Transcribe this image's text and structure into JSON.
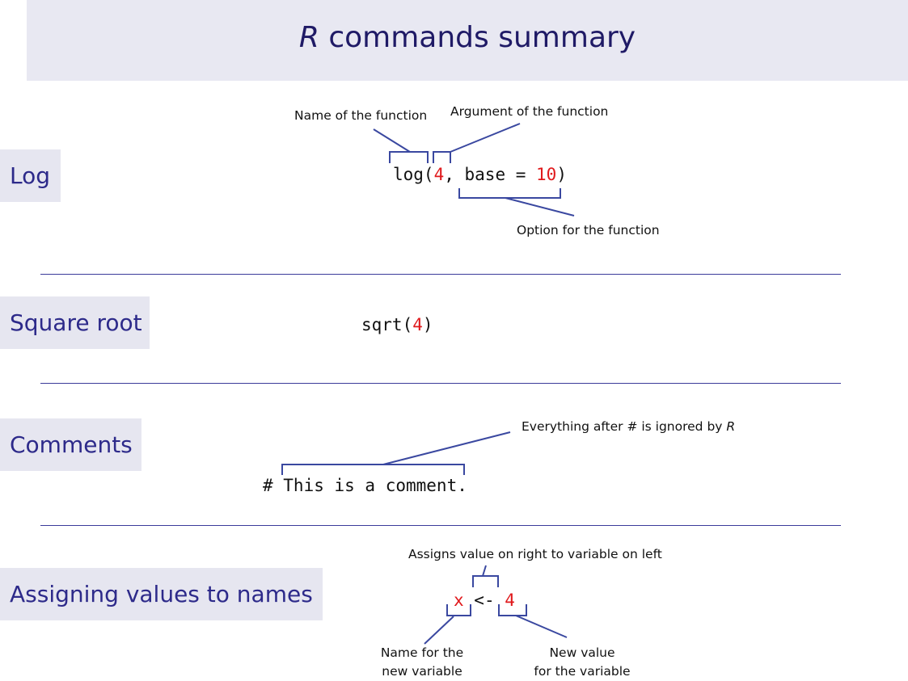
{
  "title": {
    "italic": "R",
    "rest": " commands summary"
  },
  "sections": {
    "log": {
      "label": "Log",
      "code": {
        "fn": "log(",
        "arg": "4",
        "mid": ", base = ",
        "opt": "10",
        "end": ")"
      },
      "annotations": {
        "name": "Name of the function",
        "argument": "Argument of the function",
        "option": "Option for the function"
      }
    },
    "sqrt": {
      "label": "Square root",
      "code": {
        "fn": "sqrt(",
        "arg": "4",
        "end": ")"
      }
    },
    "comments": {
      "label": "Comments",
      "code": "# This is a comment.",
      "annotation": {
        "text": "Everything after # is ignored by ",
        "italic": "R"
      }
    },
    "assign": {
      "label": "Assigning values to names",
      "code": {
        "name": "x",
        "op": " <- ",
        "value": "4"
      },
      "annotations": {
        "operator": "Assigns value on right to variable on left",
        "name_line1": "Name for the",
        "name_line2": "new variable",
        "value_line1": "New value",
        "value_line2": "for the variable"
      }
    }
  },
  "colors": {
    "banner": "#e8e8f2",
    "label_bg": "#e6e6f0",
    "label_text": "#2d2a8a",
    "accent_line": "#3a48a0",
    "code_highlight": "#e0191c"
  }
}
